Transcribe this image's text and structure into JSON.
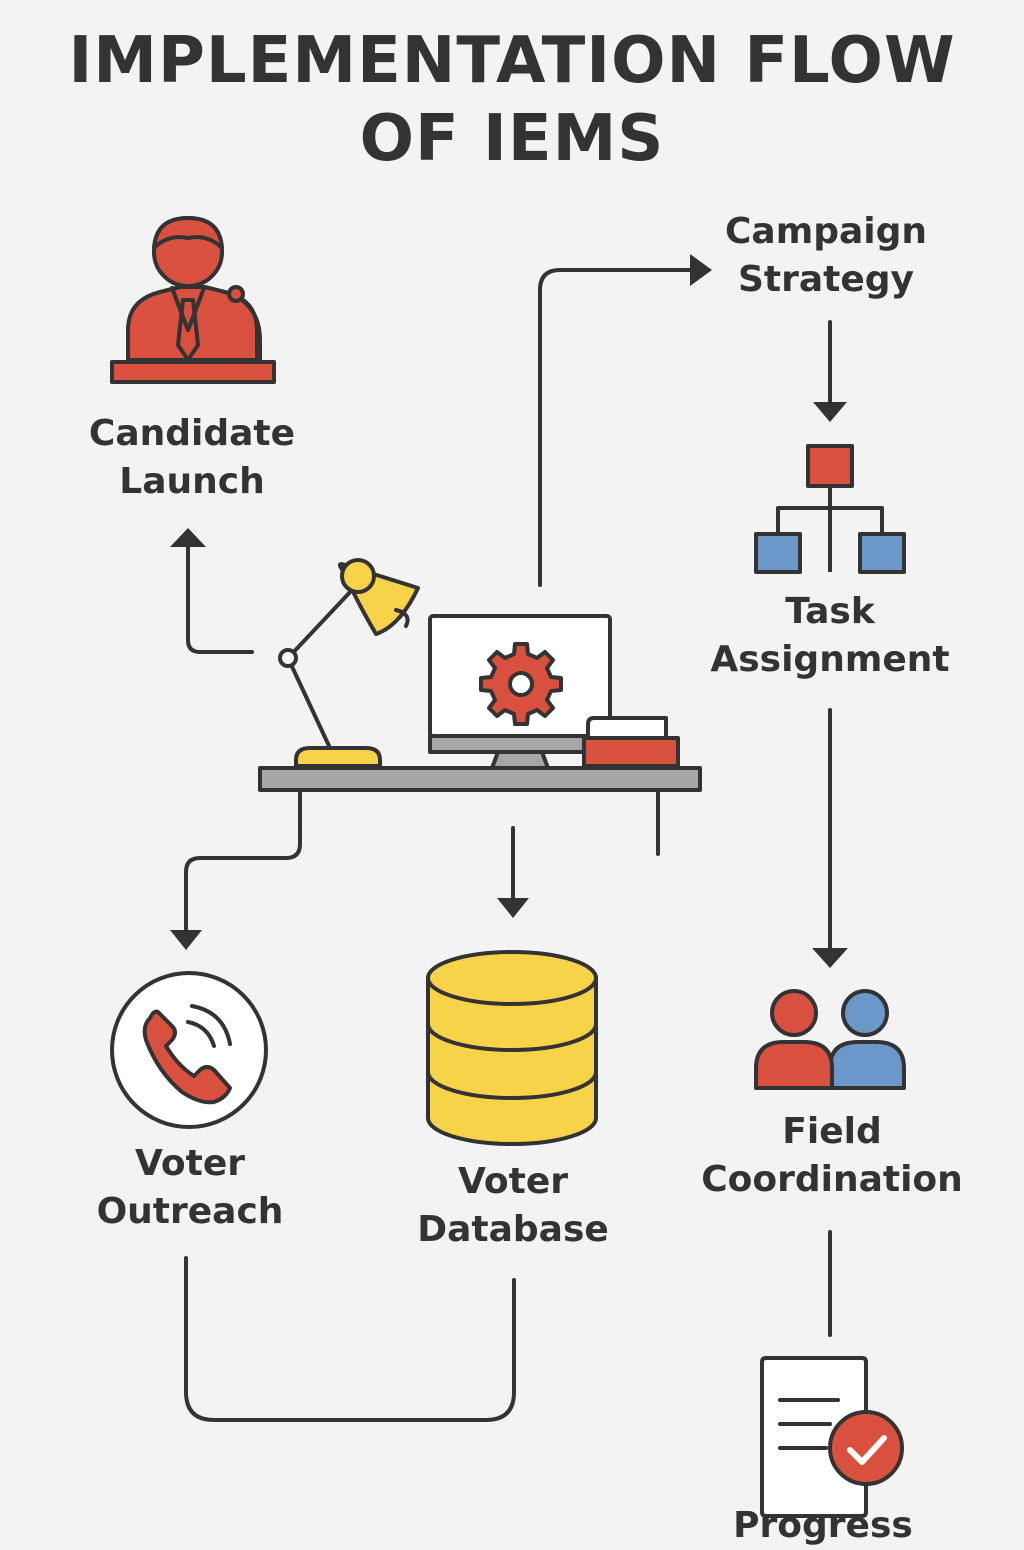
{
  "title": {
    "line1": "IMPLEMENTATION FLOW",
    "line2": "OF IEMS"
  },
  "nodes": {
    "candidate_launch": {
      "line1": "Candidate",
      "line2": "Launch",
      "icon": "candidate-at-podium-icon"
    },
    "campaign_strategy": {
      "line1": "Campaign",
      "line2": "Strategy"
    },
    "task_assignment": {
      "line1": "Task",
      "line2": "Assignment",
      "icon": "org-chart-icon"
    },
    "field_coordination": {
      "line1": "Field",
      "line2": "Coordination",
      "icon": "two-people-icon"
    },
    "voter_outreach": {
      "line1": "Voter",
      "line2": "Outreach",
      "icon": "phone-call-icon"
    },
    "voter_database": {
      "line1": "Voter",
      "line2": "Database",
      "icon": "database-icon"
    },
    "progress": {
      "line1": "Progress",
      "icon": "checked-document-icon"
    },
    "hub": {
      "icon": "desk-with-computer-icon"
    }
  },
  "colors": {
    "red": "#d9503f",
    "blue": "#6b98c9",
    "yellow": "#f7d34a",
    "dark": "#333333",
    "gray": "#a6a6a6",
    "background": "#f3f3f3"
  }
}
